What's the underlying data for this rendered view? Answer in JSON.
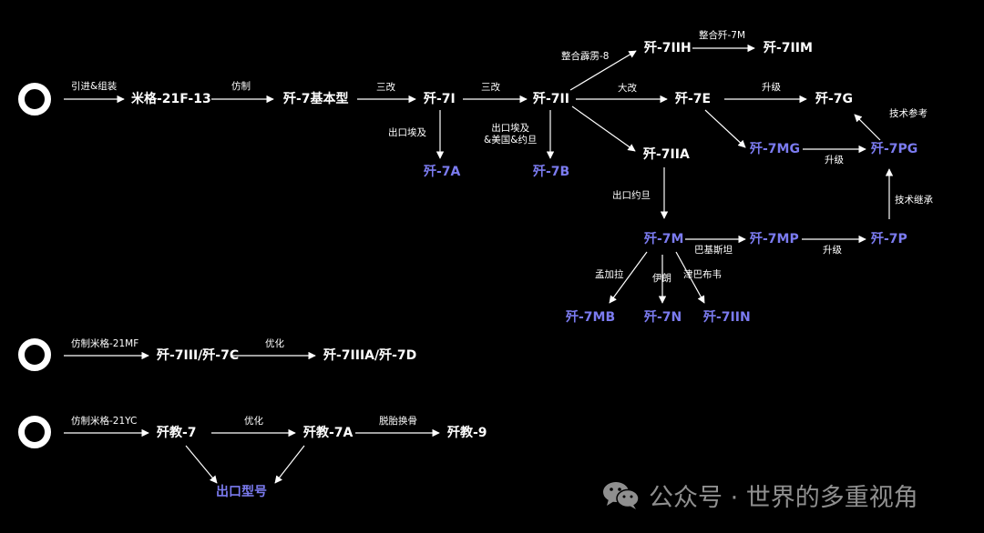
{
  "nodes": {
    "mig21f13": "米格-21F-13",
    "j7_basic": "歼-7基本型",
    "j7i": "歼-7I",
    "j7ii": "歼-7II",
    "j7iih": "歼-7IIH",
    "j7iim": "歼-7IIM",
    "j7e": "歼-7E",
    "j7g": "歼-7G",
    "j7a": "歼-7A",
    "j7b": "歼-7B",
    "j7iia": "歼-7IIA",
    "j7mg": "歼-7MG",
    "j7pg": "歼-7PG",
    "j7m": "歼-7M",
    "j7mp": "歼-7MP",
    "j7p": "歼-7P",
    "j7mb": "歼-7MB",
    "j7n": "歼-7N",
    "j7iin": "歼-7IIN",
    "j7iii_7c": "歼-7III/歼-7C",
    "j7iiia_7d": "歼-7IIIA/歼-7D",
    "jj7": "歼教-7",
    "jj7a": "歼教-7A",
    "jj9": "歼教-9",
    "export_model": "出口型号"
  },
  "edge_labels": {
    "import_assemble": "引进&组装",
    "imitate": "仿制",
    "sangai_1": "三改",
    "sangai_2": "三改",
    "export_egypt": "出口埃及",
    "export_egypt_us_jordan": "出口埃及\n&美国&约旦",
    "integrate_pili8": "整合霹雳-8",
    "integrate_j7m": "整合歼-7M",
    "dagai": "大改",
    "upgrade_e_g": "升级",
    "upgrade_mg_pg": "升级",
    "tech_reference": "技术参考",
    "export_jordan": "出口约旦",
    "pakistan": "巴基斯坦",
    "upgrade_mp_p": "升级",
    "tech_inherit": "技术继承",
    "bangladesh": "孟加拉",
    "iran": "伊朗",
    "zimbabwe": "津巴布韦",
    "imitate_mig21mf": "仿制米格-21MF",
    "optimize_1": "优化",
    "imitate_mig21yc": "仿制米格-21YC",
    "optimize_2": "优化",
    "overhaul": "脱胎换骨"
  },
  "watermark": "公众号 · 世界的多重视角",
  "colors": {
    "background": "#000000",
    "primary": "#ffffff",
    "export_variant": "#7b7bf0",
    "watermark": "#8f8f8f"
  },
  "icons": {
    "start_marker": "ring-icon",
    "watermark_icon": "wechat-icon"
  }
}
